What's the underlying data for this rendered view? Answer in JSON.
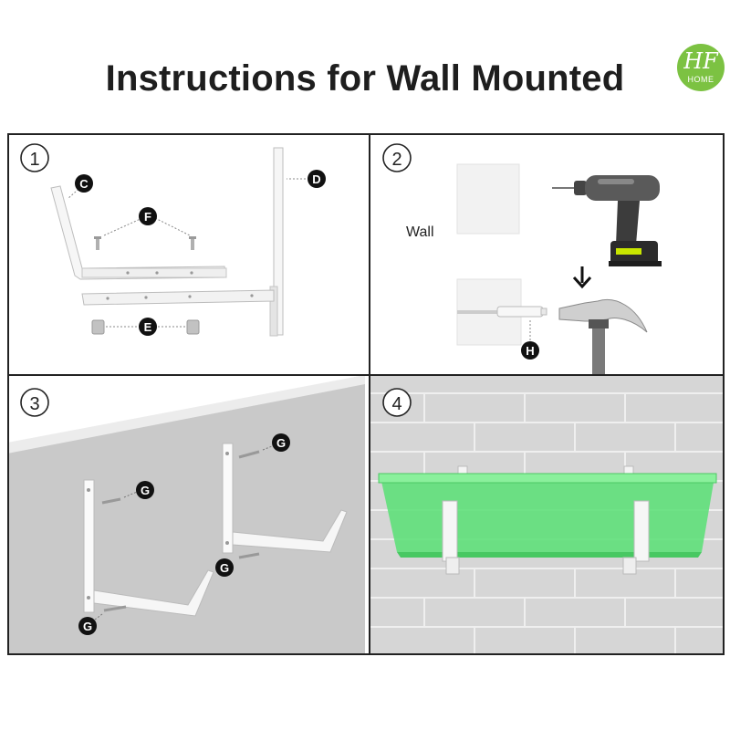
{
  "title": "Instructions for Wall Mounted",
  "logo": {
    "main": "HF",
    "sub": "HOME",
    "color": "#7cc242"
  },
  "steps": [
    {
      "number": "1",
      "labels": [
        "C",
        "D",
        "F",
        "E"
      ]
    },
    {
      "number": "2",
      "wall_text": "Wall",
      "labels": [
        "H"
      ]
    },
    {
      "number": "3",
      "labels": [
        "G",
        "G",
        "G",
        "G"
      ]
    },
    {
      "number": "4"
    }
  ],
  "colors": {
    "planter": "#5fe07a",
    "wall": "#c9c9c9",
    "brick": "#dcdcdc",
    "label_bg": "#111111"
  }
}
